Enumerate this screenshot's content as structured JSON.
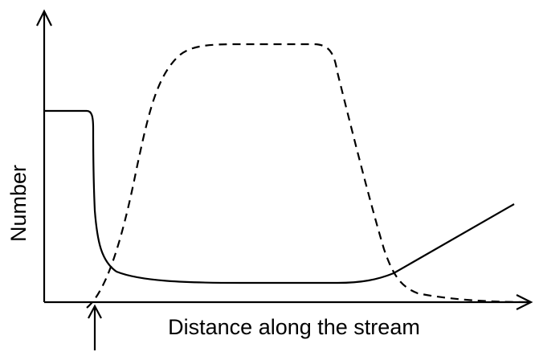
{
  "diagram": {
    "xlabel": "Distance along the stream",
    "ylabel": "Number",
    "colors": {
      "axes": "#000000",
      "curves": "#000000",
      "background": "#ffffff"
    },
    "curves": [
      {
        "id": "solid-curve",
        "style": "solid"
      },
      {
        "id": "dashed-curve",
        "style": "dashed"
      }
    ],
    "marker": {
      "icon": "up-arrow-icon"
    }
  }
}
